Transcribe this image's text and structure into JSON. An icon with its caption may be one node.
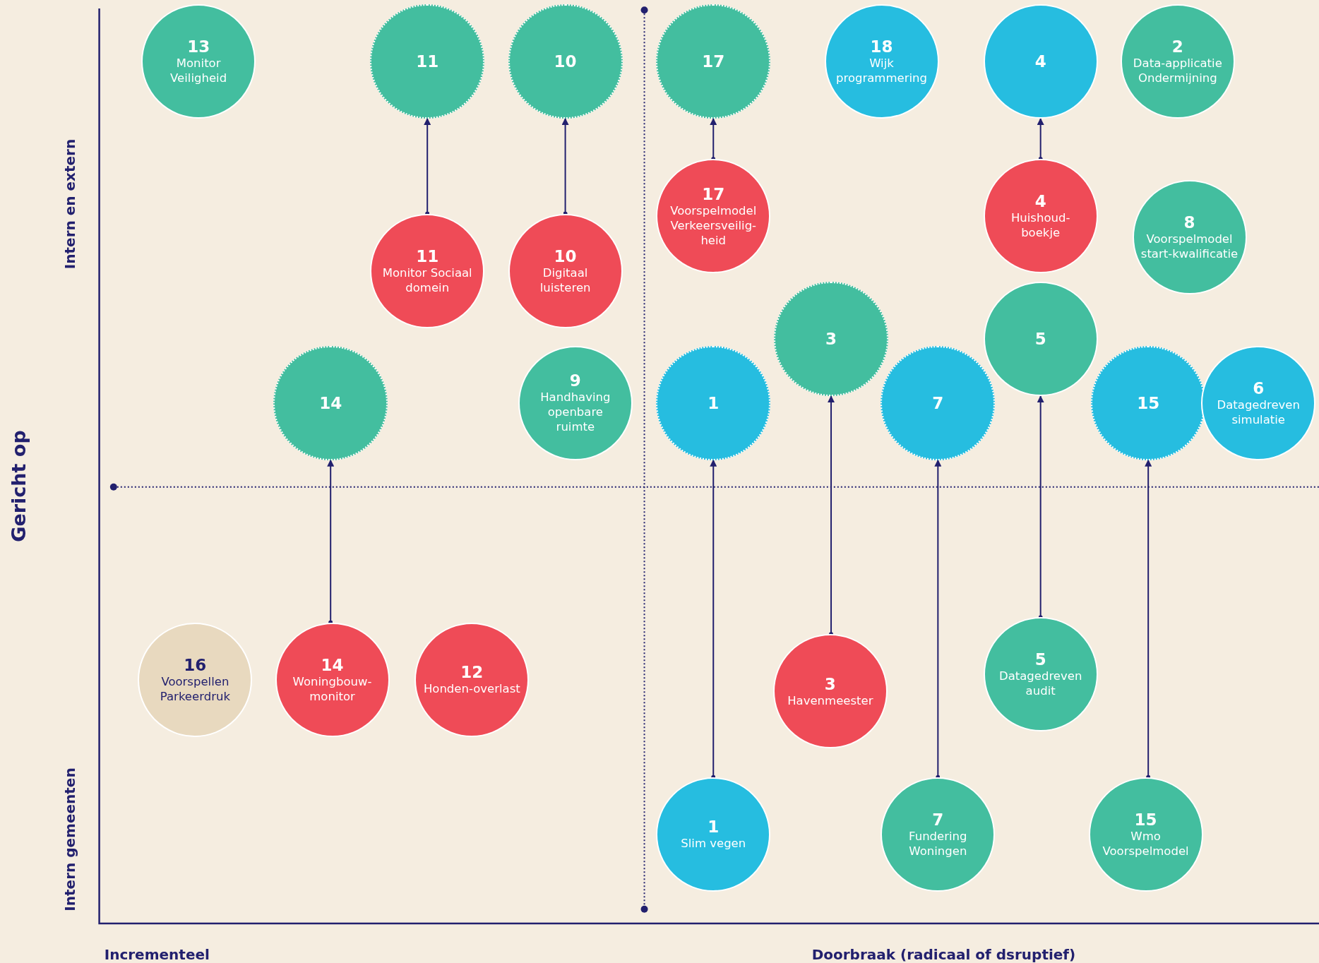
{
  "diagram": {
    "nodes": [
      {
        "text": [
          "13",
          "Monitor Veiligheid"
        ]
      },
      {
        "text": [
          "11"
        ]
      },
      {
        "text": [
          "10"
        ]
      },
      {
        "text": [
          "17"
        ]
      },
      {
        "text": [
          "18",
          "Wijk programmering"
        ]
      },
      {
        "text": [
          "4"
        ]
      },
      {
        "text": [
          "2",
          "Data-applicatie Ondermijning"
        ]
      },
      {
        "text": [
          "17",
          "Voorspelmodel Verkeersveilig-heid"
        ]
      },
      {
        "text": [
          "4",
          "Huishoud-boekje"
        ]
      },
      {
        "text": [
          "8",
          "Voorspelmodel start-kwalificatie"
        ]
      },
      {
        "text": [
          "11",
          "Monitor Sociaal domein"
        ]
      },
      {
        "text": [
          "10",
          "Digitaal luisteren"
        ]
      },
      {
        "text": [
          "3"
        ]
      },
      {
        "text": [
          "5"
        ]
      },
      {
        "text": [
          "14"
        ]
      },
      {
        "text": [
          "9",
          "Handhaving openbare ruimte"
        ]
      },
      {
        "text": [
          "1"
        ]
      },
      {
        "text": [
          "7"
        ]
      },
      {
        "text": [
          "15"
        ]
      },
      {
        "text": [
          "6",
          "Datagedreven simulatie"
        ]
      },
      {
        "text": [
          "5",
          "Datagedreven audit"
        ]
      },
      {
        "text": [
          "16",
          "Voorspellen Parkeerdruk"
        ]
      },
      {
        "text": [
          "14",
          "Woningbouw-monitor"
        ]
      },
      {
        "text": [
          "12",
          "Honden-overlast"
        ]
      },
      {
        "text": [
          "3",
          "Havenmeester"
        ]
      },
      {
        "text": [
          "1",
          "Slim vegen"
        ]
      },
      {
        "text": [
          "7",
          "Fundering Woningen"
        ]
      },
      {
        "text": [
          "15",
          "Wmo Voorspelmodel"
        ]
      }
    ],
    "edges": [
      {
        "from": 10,
        "to": 1,
        "arrow": "to"
      },
      {
        "from": 11,
        "to": 2,
        "arrow": "to"
      },
      {
        "from": 7,
        "to": 3,
        "arrow": "to"
      },
      {
        "from": 8,
        "to": 5,
        "arrow": "to"
      },
      {
        "from": 22,
        "to": 14,
        "arrow": "to"
      },
      {
        "from": 24,
        "to": 12,
        "arrow": "to"
      },
      {
        "from": 20,
        "to": 13,
        "arrow": "to"
      },
      {
        "from": 25,
        "to": 16,
        "arrow": "to"
      },
      {
        "from": 26,
        "to": 17,
        "arrow": "to"
      },
      {
        "from": 27,
        "to": 18,
        "arrow": "to"
      }
    ],
    "labels": [
      "Intern en extern",
      "Gericht op",
      "Intern gemeenten",
      "Incrementeel",
      "Doorbraak (radicaal of dsruptief)"
    ]
  }
}
